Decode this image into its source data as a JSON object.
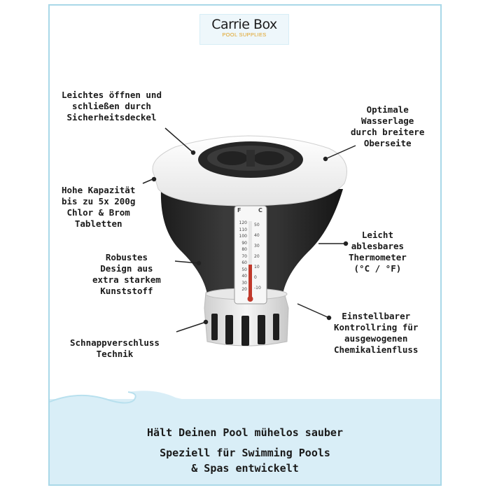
{
  "logo": {
    "title": "Carrie Box",
    "subtitle": "POOL SUPPLIES"
  },
  "labels_left": [
    {
      "lines": [
        "Leichtes öffnen und",
        "schließen durch",
        "Sicherheitsdeckel"
      ]
    },
    {
      "lines": [
        "Hohe Kapazität",
        "bis zu 5x 200g",
        "Chlor & Brom",
        "Tabletten"
      ]
    },
    {
      "lines": [
        "Robustes",
        "Design aus",
        "extra starkem",
        "Kunststoff"
      ]
    },
    {
      "lines": [
        "Schnappverschluss",
        "Technik"
      ]
    }
  ],
  "labels_right": [
    {
      "lines": [
        "Optimale",
        "Wasserlage",
        "durch breitere",
        "Oberseite"
      ]
    },
    {
      "lines": [
        "Leicht",
        "ablesbares",
        "Thermometer",
        "(°C / °F)"
      ]
    },
    {
      "lines": [
        "Einstellbarer",
        "Kontrollring für",
        "ausgewogenen",
        "Chemikalienfluss"
      ]
    }
  ],
  "thermometer": {
    "unit_f": "F",
    "unit_c": "C",
    "f_ticks": [
      "120",
      "110",
      "100",
      "90",
      "80",
      "70",
      "60",
      "50",
      "40",
      "30",
      "20"
    ],
    "c_ticks": [
      "50",
      "40",
      "30",
      "20",
      "10",
      "0",
      "-10"
    ]
  },
  "footer": {
    "line1": "Hält Deinen Pool mühelos sauber",
    "line2a": "Speziell für Swimming Pools",
    "line2b": "& Spas entwickelt"
  },
  "colors": {
    "frame": "#a9d8e8",
    "water": "#d9eef7",
    "logo_accent": "#e0a020",
    "body_dark": "#2b2b2b"
  }
}
